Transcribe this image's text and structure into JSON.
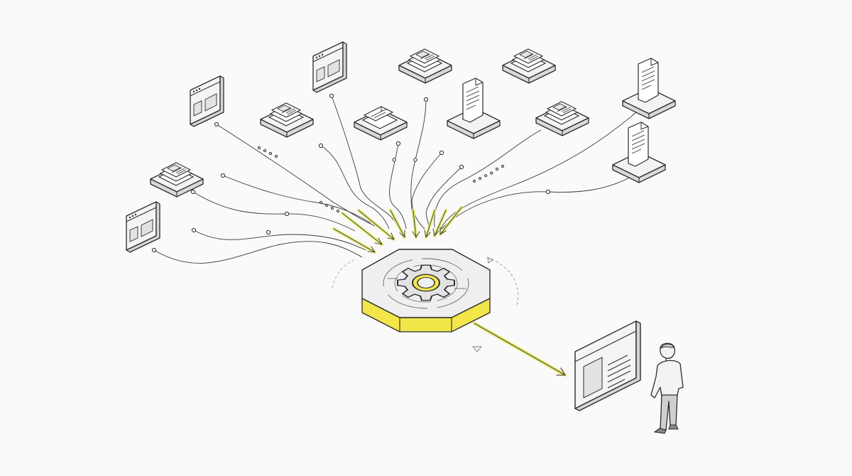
{
  "colors": {
    "background": "#fafafa",
    "line": "#2c2c2c",
    "accent_yellow": "#f2e64b",
    "arrow_glow": "#e7ec7a",
    "tile_face": "#f2f2f2",
    "tile_side": "#d9d9d9"
  },
  "diagram": {
    "sources": [
      {
        "kind": "browser-window",
        "icon": "browser-window-icon"
      },
      {
        "kind": "browser-window",
        "icon": "browser-window-icon"
      },
      {
        "kind": "newspaper-stack",
        "icon": "newspaper-icon"
      },
      {
        "kind": "browser-window",
        "icon": "browser-window-icon"
      },
      {
        "kind": "newspaper-stack",
        "icon": "newspaper-icon"
      },
      {
        "kind": "folded-letter",
        "icon": "letter-icon"
      },
      {
        "kind": "newspaper-stack",
        "icon": "newspaper-icon"
      },
      {
        "kind": "document",
        "icon": "document-icon"
      },
      {
        "kind": "newspaper-stack",
        "icon": "newspaper-icon"
      },
      {
        "kind": "newspaper-stack",
        "icon": "newspaper-icon"
      },
      {
        "kind": "newspaper-stack",
        "icon": "newspaper-icon"
      },
      {
        "kind": "document",
        "icon": "document-icon"
      },
      {
        "kind": "document",
        "icon": "document-icon"
      }
    ],
    "processor": {
      "icon": "gear-icon",
      "shape": "octagon-platform"
    },
    "output": {
      "icon": "browser-window-icon"
    },
    "viewer": {
      "icon": "person-icon"
    }
  }
}
